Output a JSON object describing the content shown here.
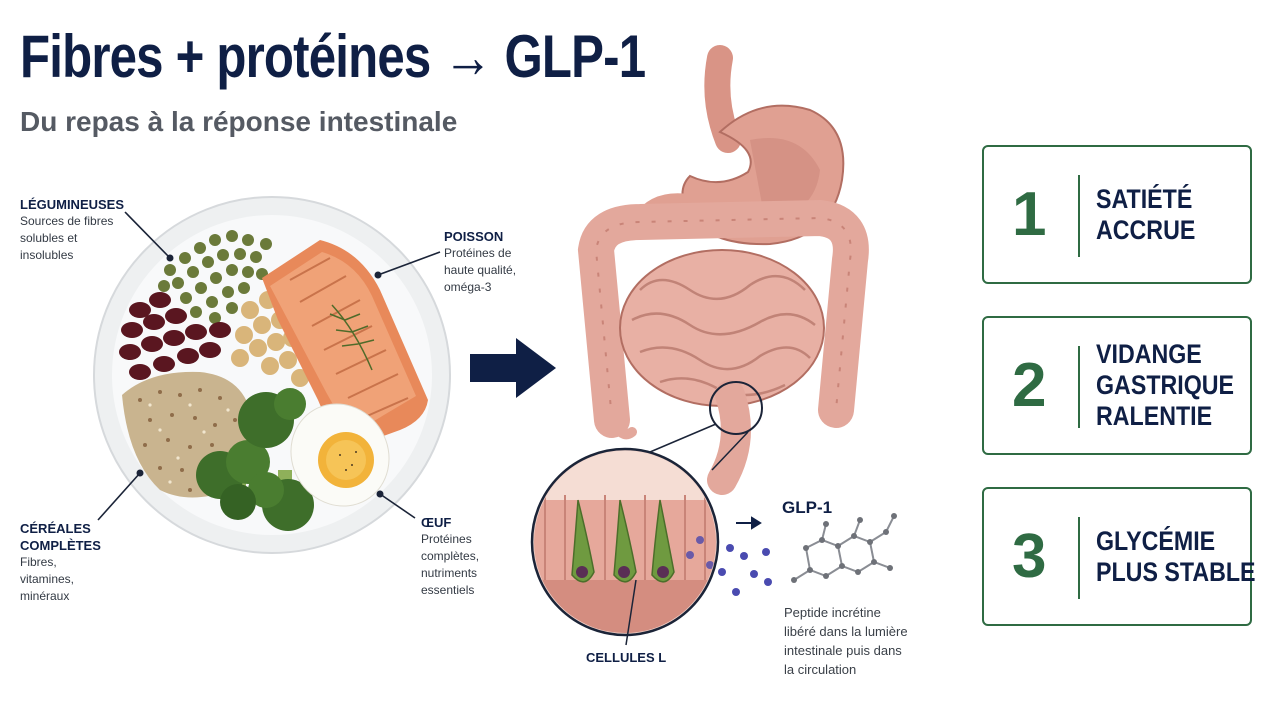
{
  "title": "Fibres + protéines → GLP-1",
  "subtitle": "Du repas à la réponse intestinale",
  "plate": {
    "legumineuses": {
      "heading": "LÉGUMINEUSES",
      "lines": [
        "Sources de fibres",
        "solubles et",
        "insolubles"
      ]
    },
    "poisson": {
      "heading": "POISSON",
      "lines": [
        "Protéines de",
        "haute qualité,",
        "oméga-3"
      ]
    },
    "cereales": {
      "heading_lines": [
        "CÉRÉALES",
        "COMPLÈTES"
      ],
      "lines": [
        "Fibres,",
        "vitamines,",
        "minéraux"
      ]
    },
    "oeuf": {
      "heading": "ŒUF",
      "lines": [
        "Protéines",
        "complètes,",
        "nutriments",
        "essentiels"
      ]
    }
  },
  "gut": {
    "cells_label": "CELLULES L",
    "glp1_label": "GLP-1",
    "glp1_description": [
      "Peptide incrétine",
      "libéré dans la lumière",
      "intestinale puis dans",
      "la circulation"
    ]
  },
  "effects": [
    {
      "number": "1",
      "lines": [
        "SATIÉTÉ",
        "ACCRUE"
      ]
    },
    {
      "number": "2",
      "lines": [
        "VIDANGE",
        "GASTRIQUE",
        "RALENTIE"
      ]
    },
    {
      "number": "3",
      "lines": [
        "GLYCÉMIE",
        "PLUS STABLE"
      ]
    }
  ],
  "colors": {
    "navy": "#0f1f45",
    "green": "#2f6b43",
    "tissue": "#e3a89c"
  }
}
